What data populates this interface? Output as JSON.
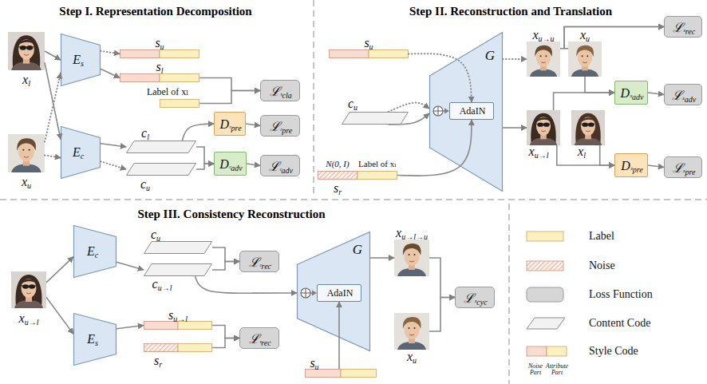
{
  "diagram": {
    "nodes": [
      {
        "text": [
          "xl"
        ]
      },
      {
        "text": [
          "xu"
        ]
      },
      {
        "text": [
          "Es"
        ]
      },
      {
        "text": [
          "Ec"
        ]
      },
      {
        "text": [
          "su"
        ]
      },
      {
        "text": [
          "sl"
        ]
      },
      {
        "text": [
          "Label of xₗ"
        ]
      },
      {
        "text": [
          "ℒˢcla"
        ]
      },
      {
        "text": [
          "cl"
        ]
      },
      {
        "text": [
          "cu"
        ]
      },
      {
        "text": [
          "Dᶜpre"
        ]
      },
      {
        "text": [
          "ℒᶜpre"
        ]
      },
      {
        "text": [
          "Dᶜadv"
        ]
      },
      {
        "text": [
          "ℒᶜadv"
        ]
      },
      {
        "text": [
          "su"
        ]
      },
      {
        "text": [
          "cu"
        ]
      },
      {
        "text": [
          "N(0, I)",
          "Label of xₗ",
          "sr"
        ]
      },
      {
        "text": [
          "G"
        ]
      },
      {
        "text": [
          "AdaIN"
        ],
        "in": 17
      },
      {
        "text": [
          "xu→u"
        ]
      },
      {
        "text": [
          "xu"
        ]
      },
      {
        "text": [
          "ℒˣrec"
        ]
      },
      {
        "text": [
          "xu→l"
        ]
      },
      {
        "text": [
          "xl"
        ]
      },
      {
        "text": [
          "Dˣadv"
        ]
      },
      {
        "text": [
          "ℒˣadv"
        ]
      },
      {
        "text": [
          "Dˣpre"
        ]
      },
      {
        "text": [
          "ℒˣpre"
        ]
      },
      {
        "text": [
          "xu→l"
        ]
      },
      {
        "text": [
          "Ec"
        ]
      },
      {
        "text": [
          "Es"
        ]
      },
      {
        "text": [
          "cu"
        ]
      },
      {
        "text": [
          "cu→l"
        ]
      },
      {
        "text": [
          "ℒᶜrec"
        ]
      },
      {
        "text": [
          "su→l"
        ]
      },
      {
        "text": [
          "sr"
        ]
      },
      {
        "text": [
          "ℒˢrec"
        ]
      },
      {
        "text": [
          "G"
        ]
      },
      {
        "text": [
          "AdaIN"
        ],
        "in": 37
      },
      {
        "text": [
          "su"
        ]
      },
      {
        "text": [
          "xu→l→u"
        ]
      },
      {
        "text": [
          "xu"
        ]
      },
      {
        "text": [
          "ℒˣcyc"
        ]
      }
    ],
    "edges": [
      {
        "from": 0,
        "to": 2,
        "arrow": "to"
      },
      {
        "from": 0,
        "to": 3,
        "arrow": "to"
      },
      {
        "from": 1,
        "to": 2,
        "arrow": "to"
      },
      {
        "from": 1,
        "to": 3,
        "arrow": "to"
      },
      {
        "from": 2,
        "to": 4,
        "arrow": "to"
      },
      {
        "from": 2,
        "to": 5,
        "arrow": "to"
      },
      {
        "from": 5,
        "to": 7,
        "arrow": "to"
      },
      {
        "from": 6,
        "to": 7,
        "arrow": "to"
      },
      {
        "from": 3,
        "to": 8,
        "arrow": "to"
      },
      {
        "from": 3,
        "to": 9,
        "arrow": "to"
      },
      {
        "from": 8,
        "to": 10,
        "arrow": "to"
      },
      {
        "from": 10,
        "to": 11,
        "arrow": "to"
      },
      {
        "from": 8,
        "to": 12,
        "arrow": "to"
      },
      {
        "from": 9,
        "to": 12,
        "arrow": "to"
      },
      {
        "from": 12,
        "to": 13,
        "arrow": "to"
      },
      {
        "from": 15,
        "to": 17,
        "arrow": "to"
      },
      {
        "from": 15,
        "to": 17,
        "arrow": "to"
      },
      {
        "from": 14,
        "to": 18,
        "arrow": "to"
      },
      {
        "from": 16,
        "to": 18,
        "arrow": "to"
      },
      {
        "from": 17,
        "to": 19,
        "arrow": "to"
      },
      {
        "from": 17,
        "to": 22,
        "arrow": "to"
      },
      {
        "from": 19,
        "to": 21,
        "arrow": "to"
      },
      {
        "from": 20,
        "to": 21,
        "arrow": "to"
      },
      {
        "from": 20,
        "to": 24,
        "arrow": "to"
      },
      {
        "from": 22,
        "to": 24,
        "arrow": "to"
      },
      {
        "from": 22,
        "to": 26,
        "arrow": "to"
      },
      {
        "from": 23,
        "to": 26,
        "arrow": "to"
      },
      {
        "from": 24,
        "to": 25,
        "arrow": "to"
      },
      {
        "from": 26,
        "to": 27,
        "arrow": "to"
      },
      {
        "from": 28,
        "to": 29,
        "arrow": "to"
      },
      {
        "from": 28,
        "to": 30,
        "arrow": "to"
      },
      {
        "from": 29,
        "to": 32,
        "arrow": "to"
      },
      {
        "from": 31,
        "to": 33,
        "arrow": "to"
      },
      {
        "from": 32,
        "to": 33,
        "arrow": "to"
      },
      {
        "from": 30,
        "to": 34,
        "arrow": "to"
      },
      {
        "from": 34,
        "to": 36,
        "arrow": "to"
      },
      {
        "from": 35,
        "to": 36,
        "arrow": "to"
      },
      {
        "from": 32,
        "to": 37,
        "arrow": "to"
      },
      {
        "from": 39,
        "to": 38,
        "arrow": "to"
      },
      {
        "from": 37,
        "to": 40,
        "arrow": "to"
      },
      {
        "from": 40,
        "to": 42,
        "arrow": "to"
      },
      {
        "from": 41,
        "to": 42,
        "arrow": "to"
      }
    ],
    "labels": [
      "Step I. Representation Decomposition",
      "Step II. Reconstruction and Translation",
      "Step III. Consistency Reconstruction",
      "Noise Part",
      "Attribute Part"
    ],
    "legend": [
      {
        "text": "Label",
        "color": "#fcefc0"
      },
      {
        "text": "Noise"
      },
      {
        "text": "Loss Function",
        "color": "#d6d6d6"
      },
      {
        "text": "Content Code"
      },
      {
        "text": "Style Code"
      }
    ]
  }
}
